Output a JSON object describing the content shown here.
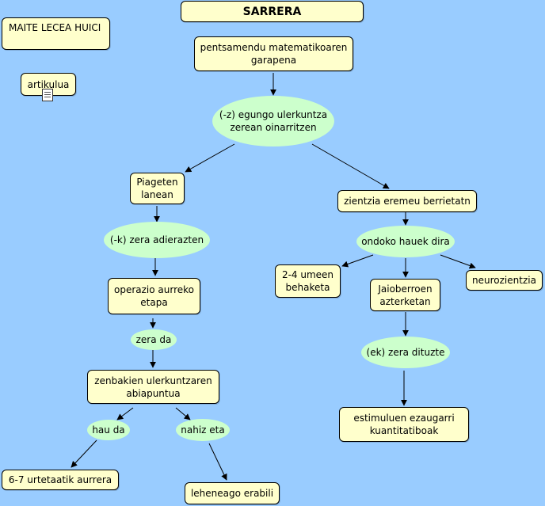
{
  "nodes": {
    "sarrera": "SARRERA",
    "author": "MAITE LECEA HUICI",
    "artikulua": "artikulua",
    "pentsamendu": "pentsamendu matematikoaren garapena",
    "egungo": "(-z) egungo ulerkuntza zerean oinarritzen",
    "piageten": "Piageten lanean",
    "zientzia": "zientzia eremeu berrietatn",
    "adierazten": "(-k) zera adierazten",
    "ondoko": "ondoko hauek dira",
    "operazio": "operazio aurreko etapa",
    "umeen": "2-4 umeen behaketa",
    "jaioberroen": "Jaioberroen azterketan",
    "neurozientzia": "neurozientzia",
    "zera_da": "zera da",
    "ek_zera": "(ek) zera dituzte",
    "zenbakien": "zenbakien ulerkuntzaren abiapuntua",
    "estimuluen": "estimuluen ezaugarri kuantitatiboak",
    "hau_da": "hau da",
    "nahiz_eta": "nahiz eta",
    "urtetaatik": "6-7 urtetaatik aurrera",
    "leheneago": "leheneago erabili"
  },
  "colors": {
    "background": "#99ccff",
    "concept_fill": "#ffffcc",
    "link_fill": "#ccffcc",
    "line": "#000000"
  },
  "icons": {
    "resource": "document-icon"
  }
}
